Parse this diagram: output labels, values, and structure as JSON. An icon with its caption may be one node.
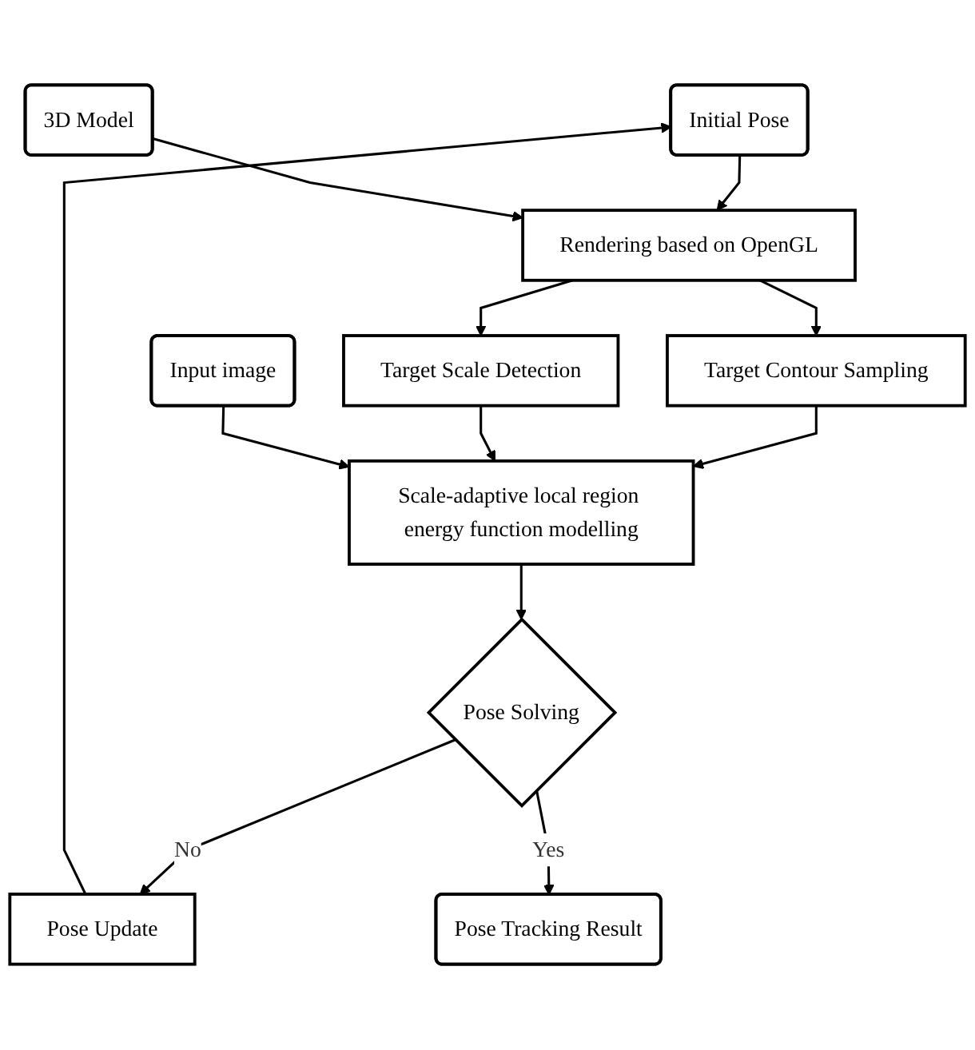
{
  "diagram": {
    "nodes": [
      {
        "text": [
          "Initial Pose"
        ]
      },
      {
        "text": [
          "3D Model"
        ]
      },
      {
        "text": [
          "Input image"
        ]
      },
      {
        "text": [
          "Rendering based on OpenGL"
        ]
      },
      {
        "text": [
          "Target Contour Sampling"
        ]
      },
      {
        "text": [
          "Target Scale Detection"
        ]
      },
      {
        "text": [
          "Scale-adaptive local region energy function modelling"
        ]
      },
      {
        "text": [
          "Pose Solving"
        ]
      },
      {
        "text": [
          "Pose Update"
        ]
      },
      {
        "text": [
          "Pose Tracking Result"
        ]
      }
    ],
    "edges": [
      {
        "from": 0,
        "to": 3,
        "arrow": "to"
      },
      {
        "from": 1,
        "to": 3,
        "arrow": "to"
      },
      {
        "from": 3,
        "to": 4,
        "arrow": "to"
      },
      {
        "from": 3,
        "to": 5,
        "arrow": "to"
      },
      {
        "from": 4,
        "to": 6,
        "arrow": "to"
      },
      {
        "from": 5,
        "to": 6,
        "arrow": "to"
      },
      {
        "from": 2,
        "to": 6,
        "arrow": "to"
      },
      {
        "from": 6,
        "to": 7,
        "arrow": "to"
      },
      {
        "from": 7,
        "to": 8,
        "label": "No",
        "arrow": "to"
      },
      {
        "from": 7,
        "to": 9,
        "label": "Yes",
        "arrow": "to"
      },
      {
        "from": 8,
        "to": 0,
        "arrow": "to"
      }
    ]
  }
}
